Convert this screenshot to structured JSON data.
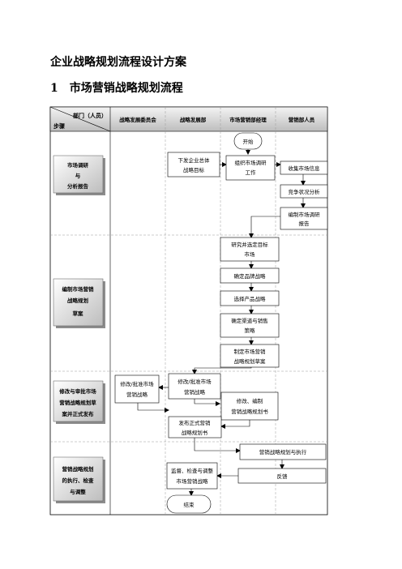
{
  "document": {
    "title": "企业战略规划流程设计方案",
    "section_number": "1",
    "section_title": "市场营销战略规划流程"
  },
  "flowchart": {
    "header_corner": {
      "top": "部门（人员）",
      "bottom": "步骤"
    },
    "columns": [
      "战略发展委员会",
      "战略发展部",
      "市场营销部经理",
      "营销部人员"
    ],
    "steps": [
      {
        "lines": [
          "市场调研",
          "与",
          "分析报告"
        ]
      },
      {
        "lines": [
          "编制市场营销",
          "战略规划",
          "草案"
        ]
      },
      {
        "lines": [
          "修改与审批市场",
          "营销战略规划草",
          "案并正式发布"
        ]
      },
      {
        "lines": [
          "营销战略规划",
          "的执行、检查",
          "与调整"
        ]
      }
    ],
    "nodes": {
      "start": "开始",
      "issue_goal": [
        "下发企业总体",
        "战略目标"
      ],
      "organize_research": [
        "组织市场调研",
        "工作"
      ],
      "collect_info": "收集市场信息",
      "competitor_analysis": "竞争状况分析",
      "compile_report": [
        "编制市场调研",
        "报告"
      ],
      "select_market": [
        "研究并选定目标",
        "市场"
      ],
      "brand_strategy": "确定品牌战略",
      "product_strategy": "选择产品战略",
      "channel_strategy": [
        "确定渠道与销售",
        "策略"
      ],
      "draft_plan": [
        "制定市场营销",
        "战略规划草案"
      ],
      "committee_approve": [
        "修改/批准市场",
        "营销战略"
      ],
      "dept_approve": [
        "修改/批准市场",
        "营销战略"
      ],
      "revise_plan": [
        "修改、编制",
        "营销战略规划书"
      ],
      "publish_plan": [
        "发布正式营销",
        "战略规划书"
      ],
      "execute_plan": "营销战略规划与执行",
      "feedback": "反馈",
      "monitor_adjust": [
        "监督、检查与调整",
        "市场营销战略"
      ],
      "end": "结束"
    }
  }
}
